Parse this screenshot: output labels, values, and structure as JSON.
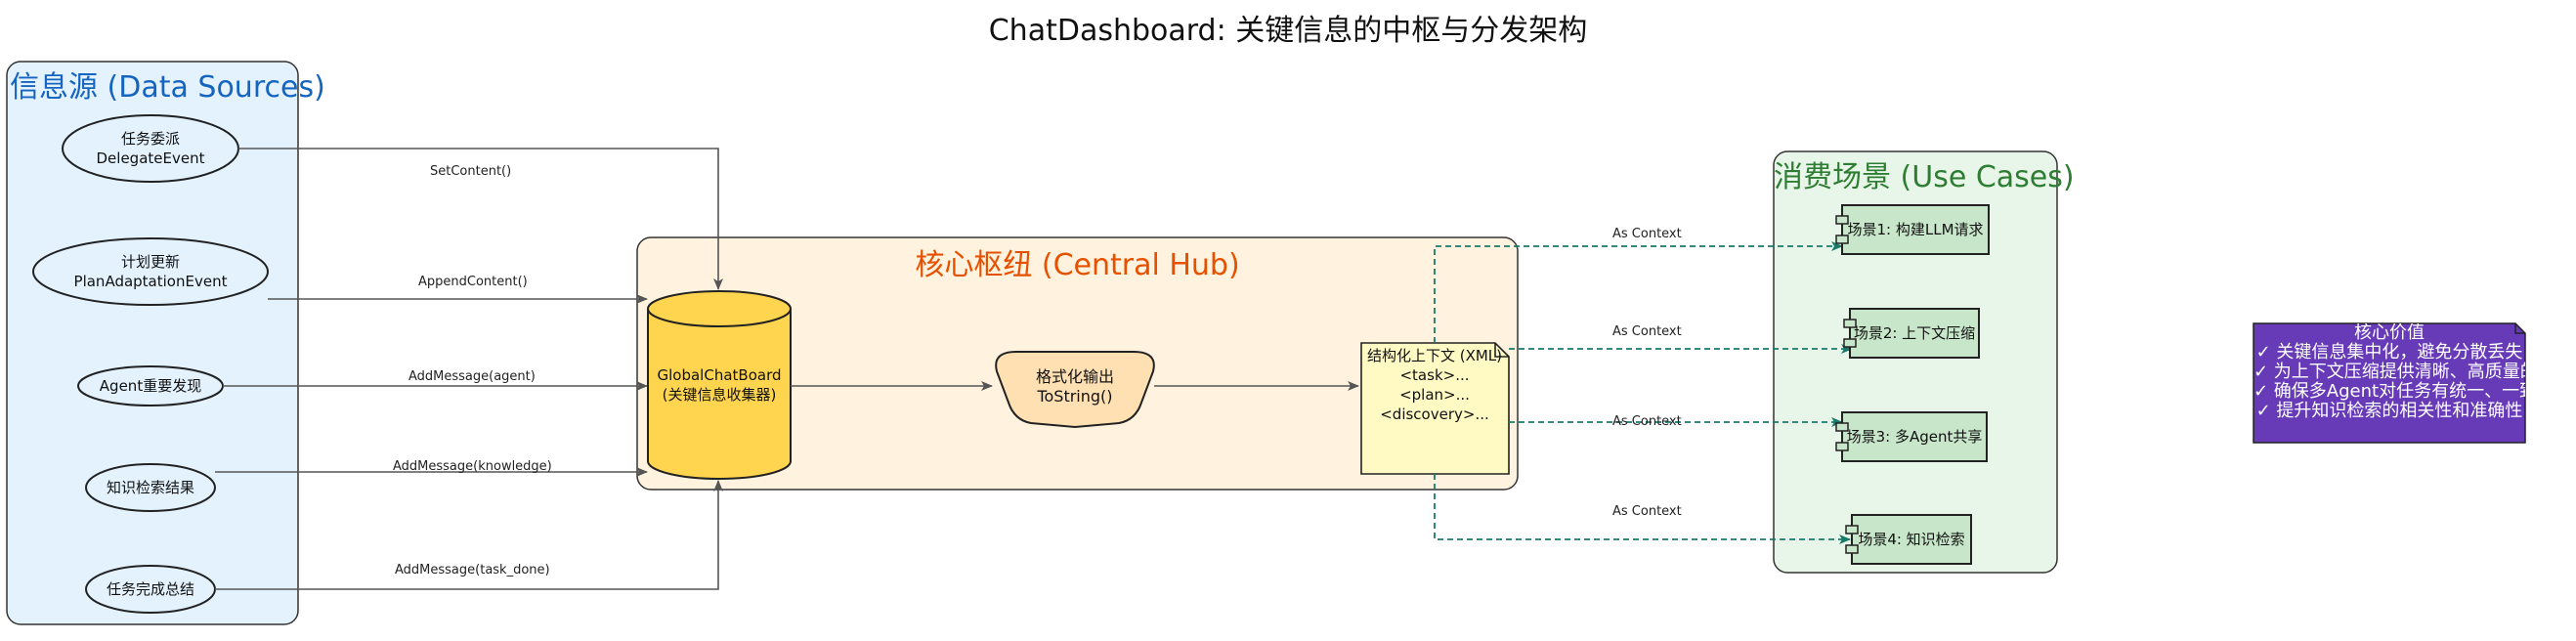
{
  "title": "ChatDashboard: 关键信息的中枢与分发架构",
  "groups": {
    "sources": "信息源 (Data Sources)",
    "hub": "核心枢纽 (Central Hub)",
    "usecases": "消费场景 (Use Cases)"
  },
  "sources": [
    {
      "line1": "任务委派",
      "line2": "DelegateEvent"
    },
    {
      "line1": "计划更新",
      "line2": "PlanAdaptationEvent"
    },
    {
      "line1": "Agent重要发现",
      "line2": ""
    },
    {
      "line1": "知识检索结果",
      "line2": ""
    },
    {
      "line1": "任务完成总结",
      "line2": ""
    }
  ],
  "source_edges": [
    "SetContent()",
    "AppendContent()",
    "AddMessage(agent)",
    "AddMessage(knowledge)",
    "AddMessage(task_done)"
  ],
  "collector": {
    "line1": "GlobalChatBoard",
    "line2": "(关键信息收集器)"
  },
  "formatter": {
    "line1": "格式化输出",
    "line2": "ToString()"
  },
  "context_doc": {
    "line1": "结构化上下文 (XML)",
    "line2": "<task>...",
    "line3": "<plan>...",
    "line4": "<discovery>..."
  },
  "context_edge_label": "As Context",
  "usecases": [
    "场景1: 构建LLM请求",
    "场景2: 上下文压缩",
    "场景3: 多Agent共享",
    "场景4: 知识检索"
  ],
  "core_value": {
    "title": "核心价值",
    "items": [
      "✓ 关键信息集中化，避免分散丢失",
      "✓ 为上下文压缩提供清晰、高质量的参考",
      "✓ 确保多Agent对任务有统一、一致的理解",
      "✓ 提升知识检索的相关性和准确性"
    ]
  },
  "colors": {
    "sources_bg": "#e3f2fd",
    "hub_bg": "#fff3e0",
    "usecases_bg": "#e8f5e9",
    "collector": "#ffd54f",
    "formatter": "#ffe0b2",
    "context_doc": "#fff9c4",
    "usecase_box": "#c8e6c9",
    "core_value": "#673ab7",
    "context_arrow": "#1a7a6a"
  }
}
